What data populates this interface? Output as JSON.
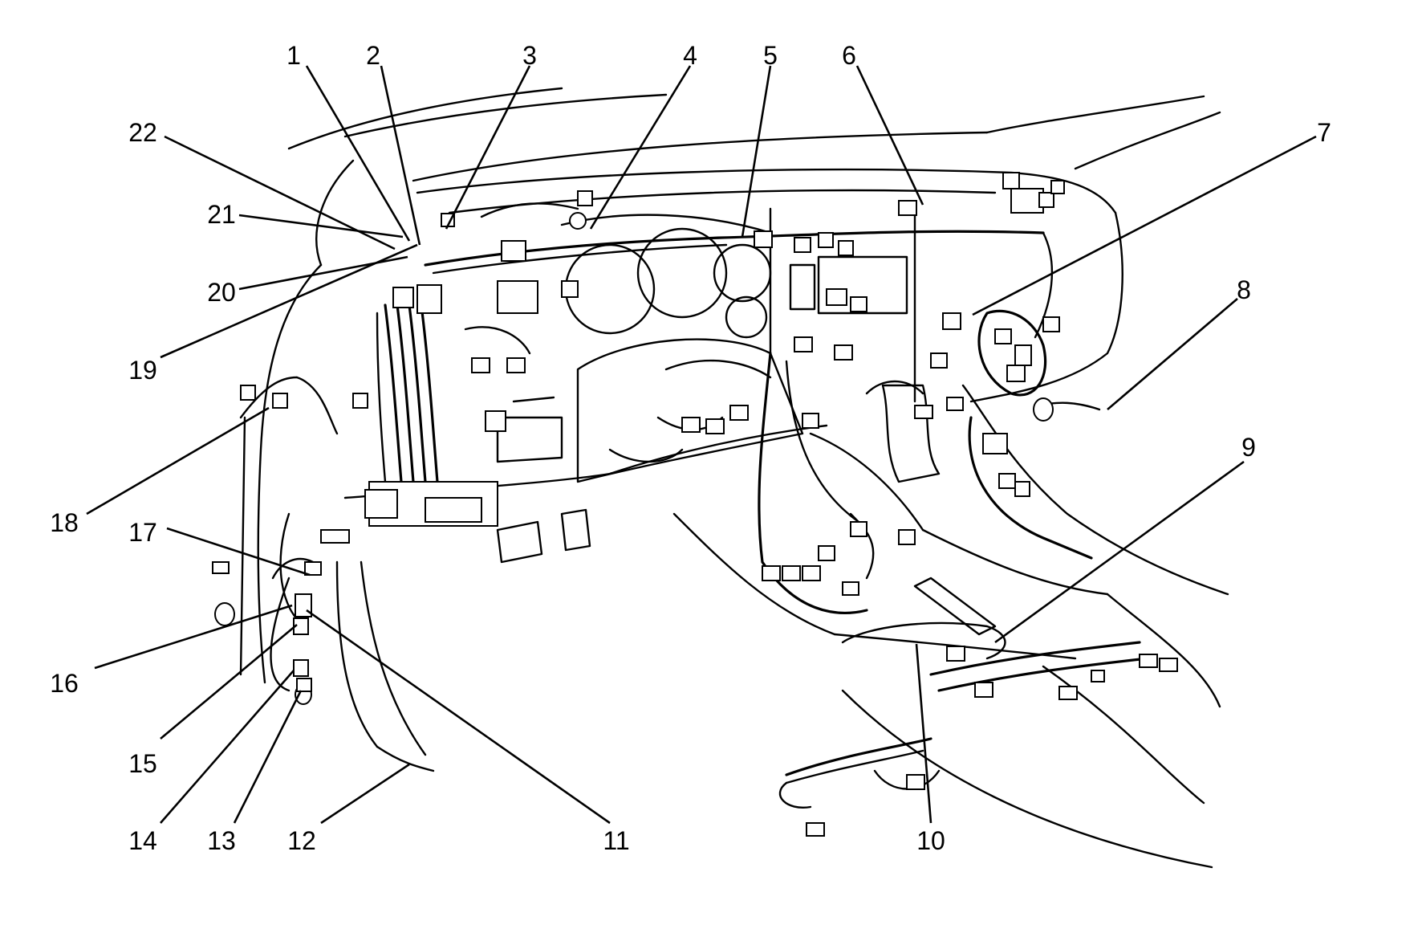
{
  "diagram": {
    "style": "monochrome line drawing",
    "subject": "instrument panel wiring harness",
    "callouts": [
      {
        "label": "1"
      },
      {
        "label": "2"
      },
      {
        "label": "3"
      },
      {
        "label": "4"
      },
      {
        "label": "5"
      },
      {
        "label": "6"
      },
      {
        "label": "7"
      },
      {
        "label": "8"
      },
      {
        "label": "9"
      },
      {
        "label": "10"
      },
      {
        "label": "11"
      },
      {
        "label": "12"
      },
      {
        "label": "13"
      },
      {
        "label": "14"
      },
      {
        "label": "15"
      },
      {
        "label": "16"
      },
      {
        "label": "17"
      },
      {
        "label": "18"
      },
      {
        "label": "19"
      },
      {
        "label": "20"
      },
      {
        "label": "21"
      },
      {
        "label": "22"
      }
    ]
  },
  "colors": {
    "line": "#000000",
    "background": "#ffffff"
  }
}
